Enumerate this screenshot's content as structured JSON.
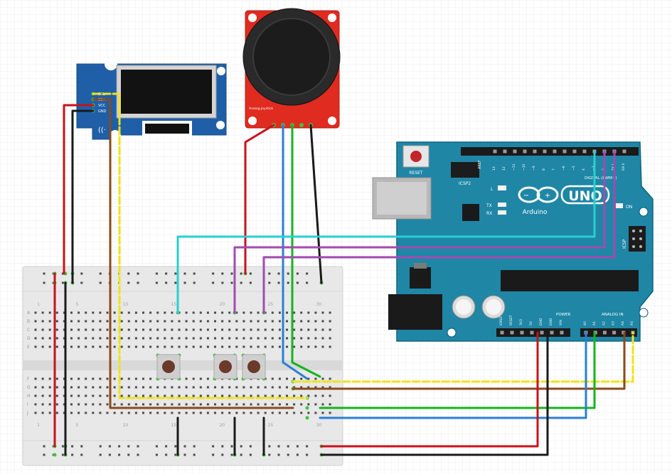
{
  "colors": {
    "background": "#ffffff",
    "grid": "#e3e3e3",
    "arduino_board": "#1f86a6",
    "arduino_edge": "#10647e",
    "joystick_pcb": "#e02b20",
    "oled_pcb": "#1f5fa8",
    "breadboard": "#e7e7e7",
    "wire_red": "#c8121a",
    "wire_black": "#1a1a1a",
    "wire_brown": "#8a4a1d",
    "wire_yellow": "#f0e21c",
    "wire_green": "#13b51e",
    "wire_blue": "#2a7fd4",
    "wire_cyan": "#27d0d0",
    "wire_purple": "#a24bb0"
  },
  "oled": {
    "pin_labels": [
      "SCL",
      "SDA",
      "VCC",
      "GND"
    ]
  },
  "joystick": {
    "caption": "Analog Joystick"
  },
  "arduino": {
    "reset_label": "RESET",
    "icsp2_label": "ICSP2",
    "icsp_label": "ICSP",
    "digital_label": "DIGITAL (PWM~)",
    "brand_logo": "UNO",
    "brand_name": "Arduino",
    "power_label": "POWER",
    "analog_label": "ANALOG IN",
    "on_label": "ON",
    "l_label": "L",
    "tx_label": "TX",
    "rx_label": "RX",
    "aref_label": "AREF",
    "digital_pins": [
      "13",
      "12",
      "~11",
      "~10",
      "~9",
      "8",
      "7",
      "~6",
      "~5",
      "4",
      "~3",
      "2",
      "TX 1",
      "RX 0"
    ],
    "power_pins": [
      "IOREF",
      "RESET",
      "3V3",
      "5V",
      "GND",
      "GND",
      "VIN"
    ],
    "analog_pins": [
      "A0",
      "A1",
      "A2",
      "A3",
      "A4",
      "A5"
    ]
  },
  "breadboard": {
    "row_letters_top": [
      "A",
      "B",
      "C",
      "D",
      "E"
    ],
    "row_letters_bottom": [
      "F",
      "G",
      "H",
      "I",
      "J"
    ],
    "column_numbers": [
      "1",
      "5",
      "10",
      "15",
      "20",
      "25",
      "30"
    ]
  },
  "buttons": {
    "count": 3
  }
}
